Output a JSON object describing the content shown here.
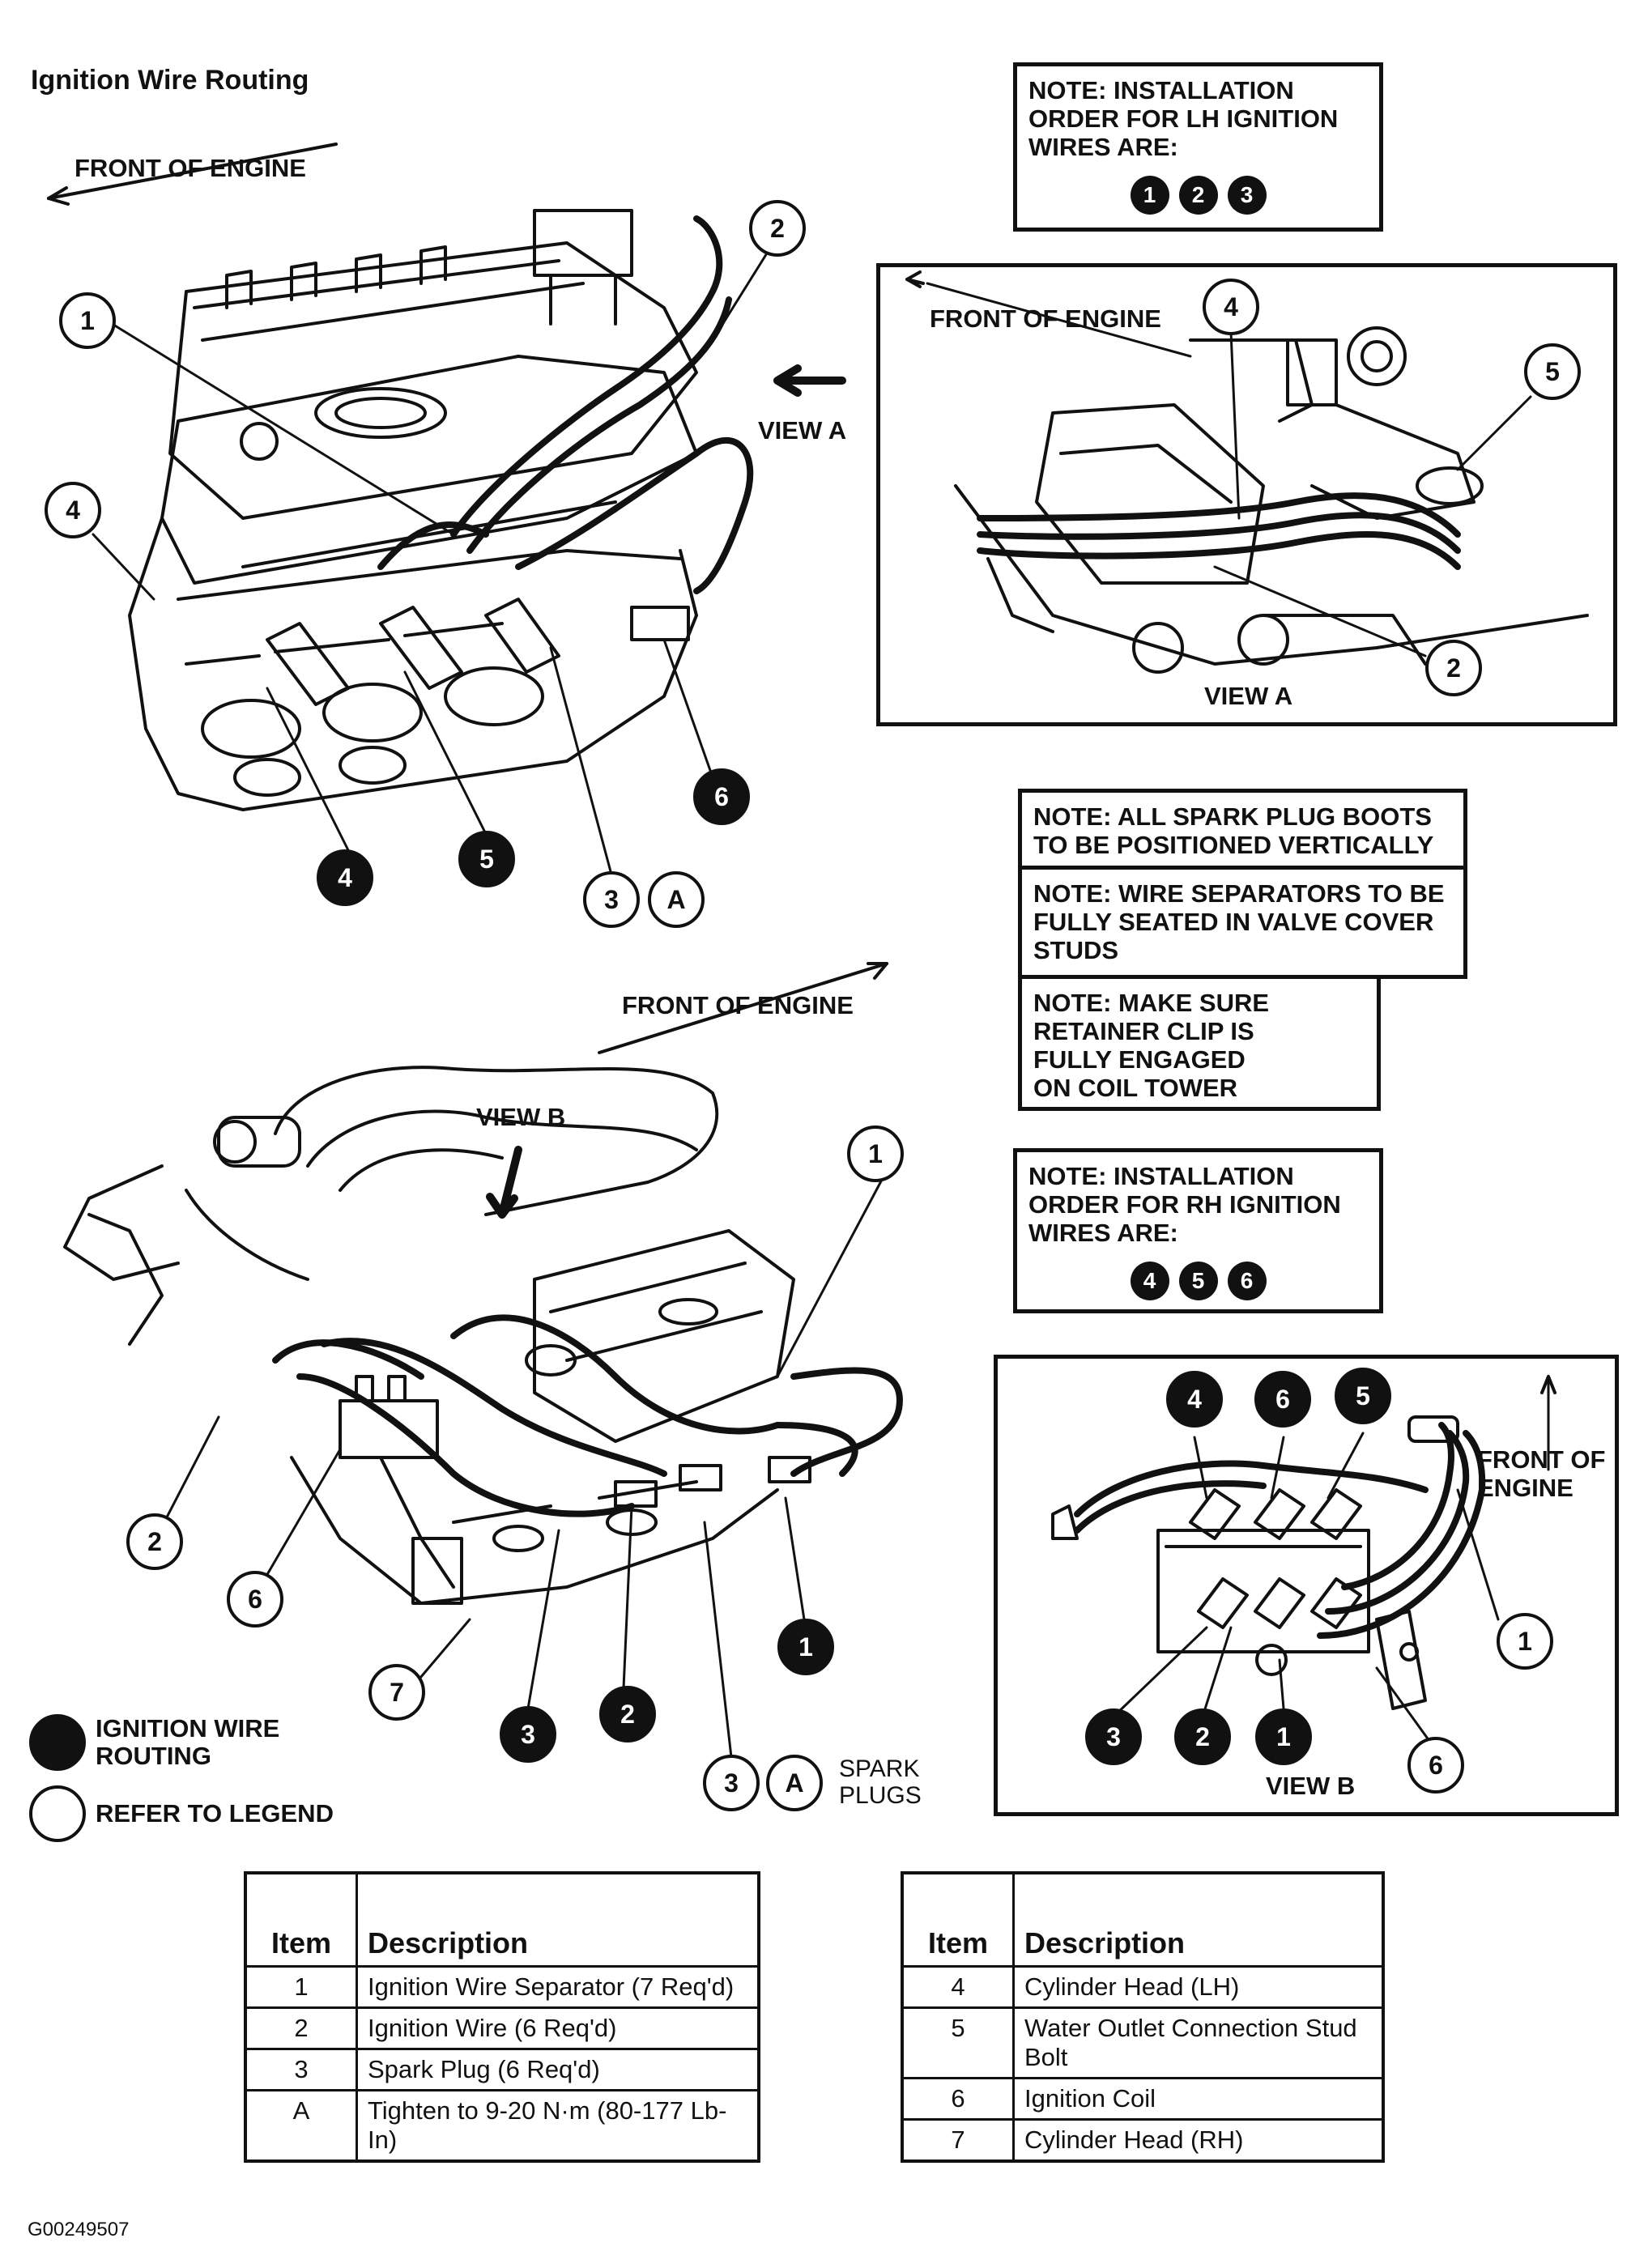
{
  "title": "Ignition Wire Routing",
  "labels": {
    "front_of_engine": "FRONT OF ENGINE",
    "front_of_engine_b": "FRONT OF ENGINE",
    "view_a": "VIEW A",
    "view_b": "VIEW B",
    "spark_plugs_line1": "SPARK",
    "spark_plugs_line2": "PLUGS",
    "front_of_line1": "FRONT OF",
    "front_of_line2": "ENGINE"
  },
  "notes": {
    "lh_order": {
      "lines": [
        "NOTE: INSTALLATION",
        "ORDER FOR LH IGNITION",
        "WIRES ARE:"
      ],
      "dots": [
        "1",
        "2",
        "3"
      ]
    },
    "boots": {
      "lines": [
        "NOTE: ALL SPARK PLUG BOOTS",
        "TO BE POSITIONED VERTICALLY"
      ]
    },
    "separators": {
      "lines": [
        "NOTE: WIRE SEPARATORS TO BE",
        "FULLY SEATED IN VALVE COVER",
        "STUDS"
      ]
    },
    "retainer": {
      "lines": [
        "NOTE: MAKE SURE",
        "RETAINER CLIP IS",
        "FULLY ENGAGED",
        "ON COIL TOWER"
      ]
    },
    "rh_order": {
      "lines": [
        "NOTE: INSTALLATION",
        "ORDER FOR RH IGNITION",
        "WIRES ARE:"
      ],
      "dots": [
        "4",
        "5",
        "6"
      ]
    }
  },
  "key": {
    "black": "IGNITION WIRE ROUTING",
    "black_line1": "IGNITION WIRE",
    "black_line2": "ROUTING",
    "white": "REFER TO LEGEND"
  },
  "callouts": {
    "top_1": "1",
    "top_2": "2",
    "top_4": "4",
    "top_6": "6",
    "top_b4": "4",
    "top_b5": "5",
    "top_3": "3",
    "top_a": "A",
    "va_4": "4",
    "va_5": "5",
    "va_2": "2",
    "bot_1": "1",
    "bot_2": "2",
    "bot_6": "6",
    "bot_7": "7",
    "bot_b1": "1",
    "bot_b2": "2",
    "bot_b3": "3",
    "bot_3": "3",
    "bot_a": "A",
    "vb_4": "4",
    "vb_6": "6",
    "vb_5": "5",
    "vb_1": "1",
    "vb_3": "3",
    "vb_2": "2",
    "vb_b1": "1",
    "vb_6b": "6"
  },
  "legend_left": {
    "headers": [
      "Item",
      "Description"
    ],
    "rows": [
      {
        "item": "1",
        "description": "Ignition Wire Separator (7 Req'd)"
      },
      {
        "item": "2",
        "description": "Ignition Wire (6 Req'd)"
      },
      {
        "item": "3",
        "description": "Spark Plug (6 Req'd)"
      },
      {
        "item": "A",
        "description": "Tighten to 9-20 N·m (80-177 Lb-In)"
      }
    ]
  },
  "legend_right": {
    "headers": [
      "Item",
      "Description"
    ],
    "rows": [
      {
        "item": "4",
        "description": "Cylinder Head (LH)"
      },
      {
        "item": "5",
        "description": "Water Outlet Connection Stud Bolt"
      },
      {
        "item": "6",
        "description": "Ignition Coil"
      },
      {
        "item": "7",
        "description": "Cylinder Head (RH)"
      }
    ]
  },
  "figure_id": "G00249507"
}
